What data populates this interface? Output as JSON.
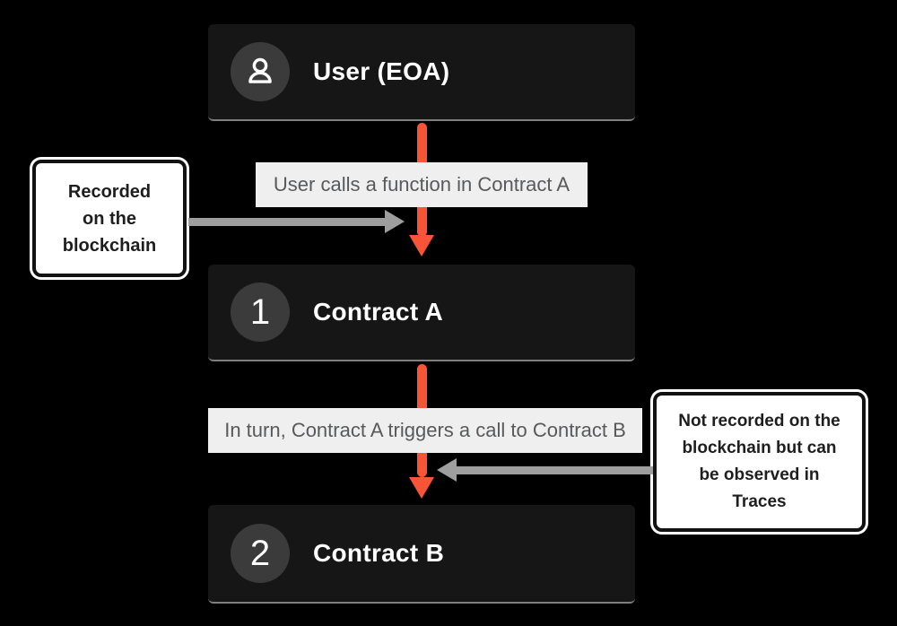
{
  "colors": {
    "background": "#000000",
    "node_bg": "#161616",
    "node_text": "#ffffff",
    "badge_bg": "#3b3b3b",
    "arrow_orange": "#f85438",
    "arrow_gray": "#9e9e9e",
    "edge_label_bg": "#efefef",
    "edge_label_text": "#58595b",
    "note_bg": "#ffffff",
    "note_border": "#121212",
    "note_text": "#1e1e1e"
  },
  "nodes": [
    {
      "id": "user",
      "icon": "user-icon",
      "title": "User (EOA)"
    },
    {
      "id": "contract-a",
      "badge": "1",
      "title": "Contract A"
    },
    {
      "id": "contract-b",
      "badge": "2",
      "title": "Contract B"
    }
  ],
  "edges": [
    {
      "from": "user",
      "to": "contract-a",
      "label": "User calls a function in Contract A"
    },
    {
      "from": "contract-a",
      "to": "contract-b",
      "label": "In turn, Contract A triggers a call to Contract B"
    }
  ],
  "notes": [
    {
      "side": "left",
      "points_to": "edge-1",
      "text": "Recorded on the blockchain"
    },
    {
      "side": "right",
      "points_to": "edge-2",
      "text": "Not recorded on the blockchain but can be observed in Traces"
    }
  ]
}
